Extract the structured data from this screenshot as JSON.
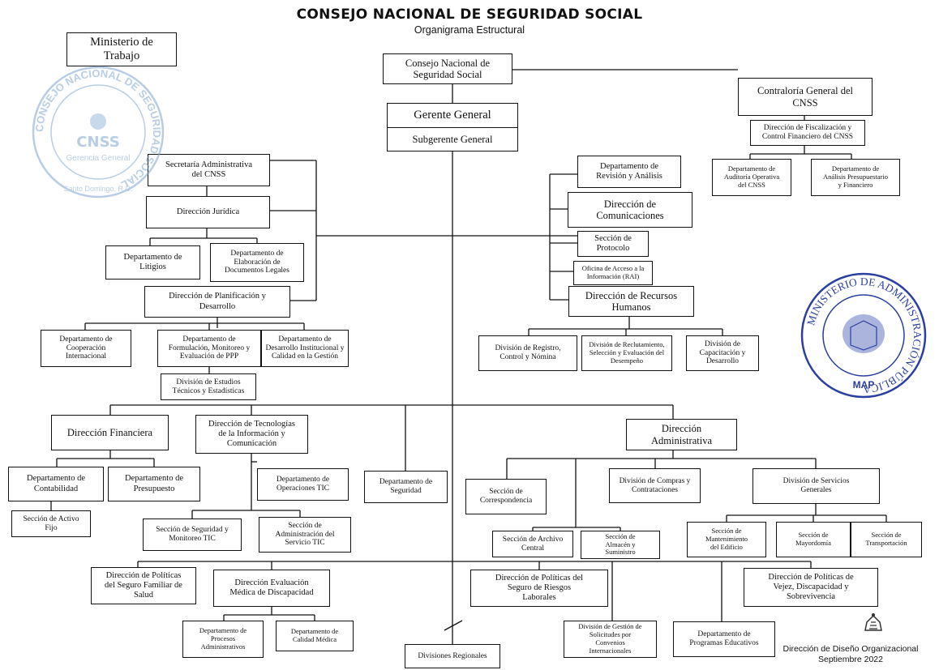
{
  "header": {
    "title": "CONSEJO NACIONAL DE SEGURIDAD SOCIAL",
    "subtitle": "Organigrama Estructural"
  },
  "units": {
    "ministerio": "Ministerio de\nTrabajo",
    "cnss": "Consejo Nacional de\nSeguridad Social",
    "gerente": "Gerente General",
    "subgerente": "Subgerente General",
    "contraloria": "Contraloría General del\nCNSS",
    "fiscalizacion": "Dirección de Fiscalización y\nControl Financiero del CNSS",
    "auditoria": "Departamento de\nAuditoría Operativa\ndel CNSS",
    "analisis_presup": "Departamento de\nAnálisis Presupuestario\ny Financiero",
    "secretaria": "Secretaría Administrativa\ndel CNSS",
    "juridica": "Dirección Jurídica",
    "litigios": "Departamento de\nLitigios",
    "elaboracion": "Departamento de\nElaboración de\nDocumentos Legales",
    "planificacion": "Dirección de Planificación y\nDesarrollo",
    "cooperacion": "Departamento de\nCooperación\nInternacional",
    "formulacion": "Departamento de\nFormulación, Monitoreo y\nEvaluación de PPP",
    "desarrollo_inst": "Departamento de\nDesarrollo Institucional y\nCalidad en la Gestión",
    "estudios": "División de Estudios\nTécnicos y Estadísticas",
    "revision": "Departamento de\nRevisión y Análisis",
    "comunicaciones": "Dirección de\nComunicaciones",
    "protocolo": "Sección de\nProtocolo",
    "rai": "Oficina de Acceso a la\nInformación (RAI)",
    "rrhh": "Dirección de Recursos\nHumanos",
    "registro": "División de Registro,\nControl y Nómina",
    "reclutamiento": "División de Reclutamiento,\nSelección y Evaluación del\nDesempeño",
    "capacitacion": "División de\nCapacitación y\nDesarrollo",
    "financiera": "Dirección Financiera",
    "tic": "Dirección de Tecnologías\nde la Información y\nComunicación",
    "contabilidad": "Departamento de\nContabilidad",
    "presupuesto": "Departamento de\nPresupuesto",
    "activo_fijo": "Sección de Activo\nFijo",
    "operaciones_tic": "Departamento de\nOperaciones TIC",
    "seguridad_tic": "Sección de Seguridad y\nMonitoreo TIC",
    "servicio_tic": "Sección de\nAdministración del\nServicio TIC",
    "seguridad": "Departamento de\nSeguridad",
    "administrativa": "Dirección\nAdministrativa",
    "correspondencia": "Sección de\nCorrespondencia",
    "compras": "División de Compras y\nContrataciones",
    "servicios_generales": "División de Servicios\nGenerales",
    "archivo": "Sección de Archivo\nCentral",
    "almacen": "Sección de\nAlmacén y\nSuministro",
    "mantenimiento": "Sección de\nMantenimiento\ndel Edificio",
    "mayordomia": "Sección de\nMayordomía",
    "transportacion": "Sección de\nTransportación",
    "seguro_familiar": "Dirección de Políticas\ndel Seguro Familiar de\nSalud",
    "evaluacion_medica": "Dirección Evaluación\nMédica de Discapacidad",
    "procesos_adm": "Departamento de\nProcesos\nAdministrativos",
    "calidad_medica": "Departamento de\nCalidad Médica",
    "riesgos_laborales": "Dirección de Políticas del\nSeguro de Riesgos\nLaborales",
    "vejez": "Dirección de Políticas de\nVejez, Discapacidad y\nSobrevivencia",
    "regionales": "Divisiones Regionales",
    "solicitudes": "División de Gestión de\nSolicitudes por\nConvenios\nInternacionales",
    "programas": "Departamento de\nProgramas Educativos"
  },
  "stamp_left": {
    "ring_text": "CONSEJO NACIONAL DE SEGURIDAD SOCIAL",
    "logo": "CNSS",
    "line1": "Gerencia General",
    "line2": "Santo Domingo, R.D."
  },
  "stamp_right": {
    "ring_text": "MINISTERIO DE ADMINISTRACIÓN PÚBLICA",
    "bottom": "MAP"
  },
  "footer": {
    "line1": "Dirección de Diseño Organizacional",
    "line2": "Septiembre 2022"
  },
  "colors": {
    "line": "#111111",
    "stamp_left": "#7fa6cf",
    "stamp_right": "#2a3fa0"
  }
}
